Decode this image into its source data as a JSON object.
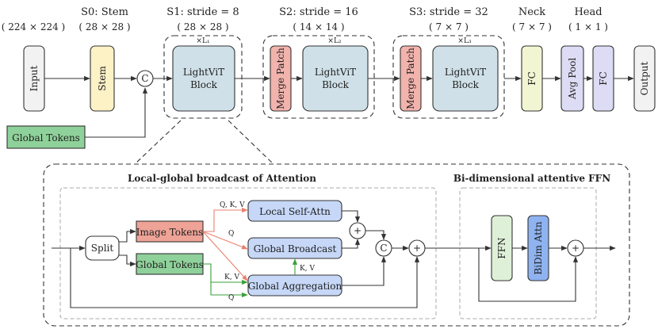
{
  "stages": [
    {
      "title": "S0: Stem",
      "size": "( 28 × 28 )"
    },
    {
      "title": "S1: stride = 8",
      "size": "( 28 × 28 )"
    },
    {
      "title": "S2: stride = 16",
      "size": "( 14 × 14 )"
    },
    {
      "title": "S3: stride = 32",
      "size": "( 7 × 7 )"
    },
    {
      "title": "Neck",
      "size": "( 7 × 7 )"
    },
    {
      "title": "Head",
      "size": "( 1 × 1 )"
    }
  ],
  "input_size": "( 224 × 224 )",
  "top": {
    "input": "Input",
    "stem": "Stem",
    "concat": "C",
    "global_tokens": "Global Tokens",
    "lightvit_line1": "LightViT",
    "lightvit_line2": "Block",
    "merge_patch": "Merge Patch",
    "repeat1": "×L₁",
    "repeat2": "×L₂",
    "repeat3": "×L₃",
    "fc": "FC",
    "avg_pool": "Avg Pool",
    "output": "Output"
  },
  "detail": {
    "attention_title": "Local-global broadcast of Attention",
    "ffn_title": "Bi-dimensional attentive FFN",
    "split": "Split",
    "image_tokens": "Image Tokens",
    "global_tokens": "Global Tokens",
    "local_attn": "Local Self-Attn",
    "global_broadcast": "Global Broadcast",
    "global_aggregation": "Global Aggregation",
    "label_qkv": "Q, K, V",
    "label_q": "Q",
    "label_kv": "K, V",
    "plus": "+",
    "concat": "C",
    "ffn": "FFN",
    "bidim_attn": "BiDim Attn"
  },
  "colors": {
    "input": "#f2f2f2",
    "stem": "#fdf1c6",
    "global_tokens": "#8fd19a",
    "lightvit": "#cfe0e8",
    "merge_patch": "#f2b3ad",
    "fc": "#f2f5d2",
    "head": "#dcdcf5",
    "image_tokens": "#eea396",
    "attn_blocks": "#c6d7f7",
    "ffn": "#dff0d8",
    "bidim": "#8fb3f0"
  }
}
